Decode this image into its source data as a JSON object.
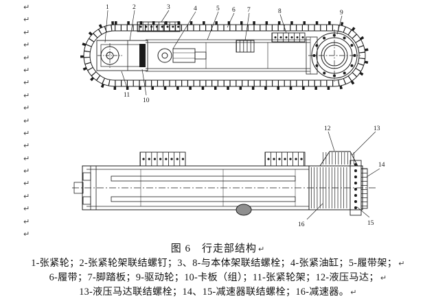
{
  "document": {
    "paper_color": "#ffffff",
    "ink_color": "#1a1a1a"
  },
  "marks": {
    "glyph": "↵"
  },
  "figure": {
    "caption": "图 6　行走部结构",
    "legend_lines": [
      "1-张紧轮；2-张紧轮架联结螺钉；3、8-与本体架联结螺栓；4-张紧油缸；5-履带架；",
      "6-履带；7-脚踏板；9-驱动轮；10-卡板（组）；11-张紧轮架；12-液压马达；",
      "13-液压马达联结螺栓；14、15-减速器联结螺栓；16-减速器。"
    ],
    "callouts": [
      "1",
      "2",
      "3",
      "4",
      "5",
      "6",
      "7",
      "8",
      "9",
      "10",
      "11",
      "12",
      "13",
      "14",
      "15",
      "16"
    ]
  }
}
